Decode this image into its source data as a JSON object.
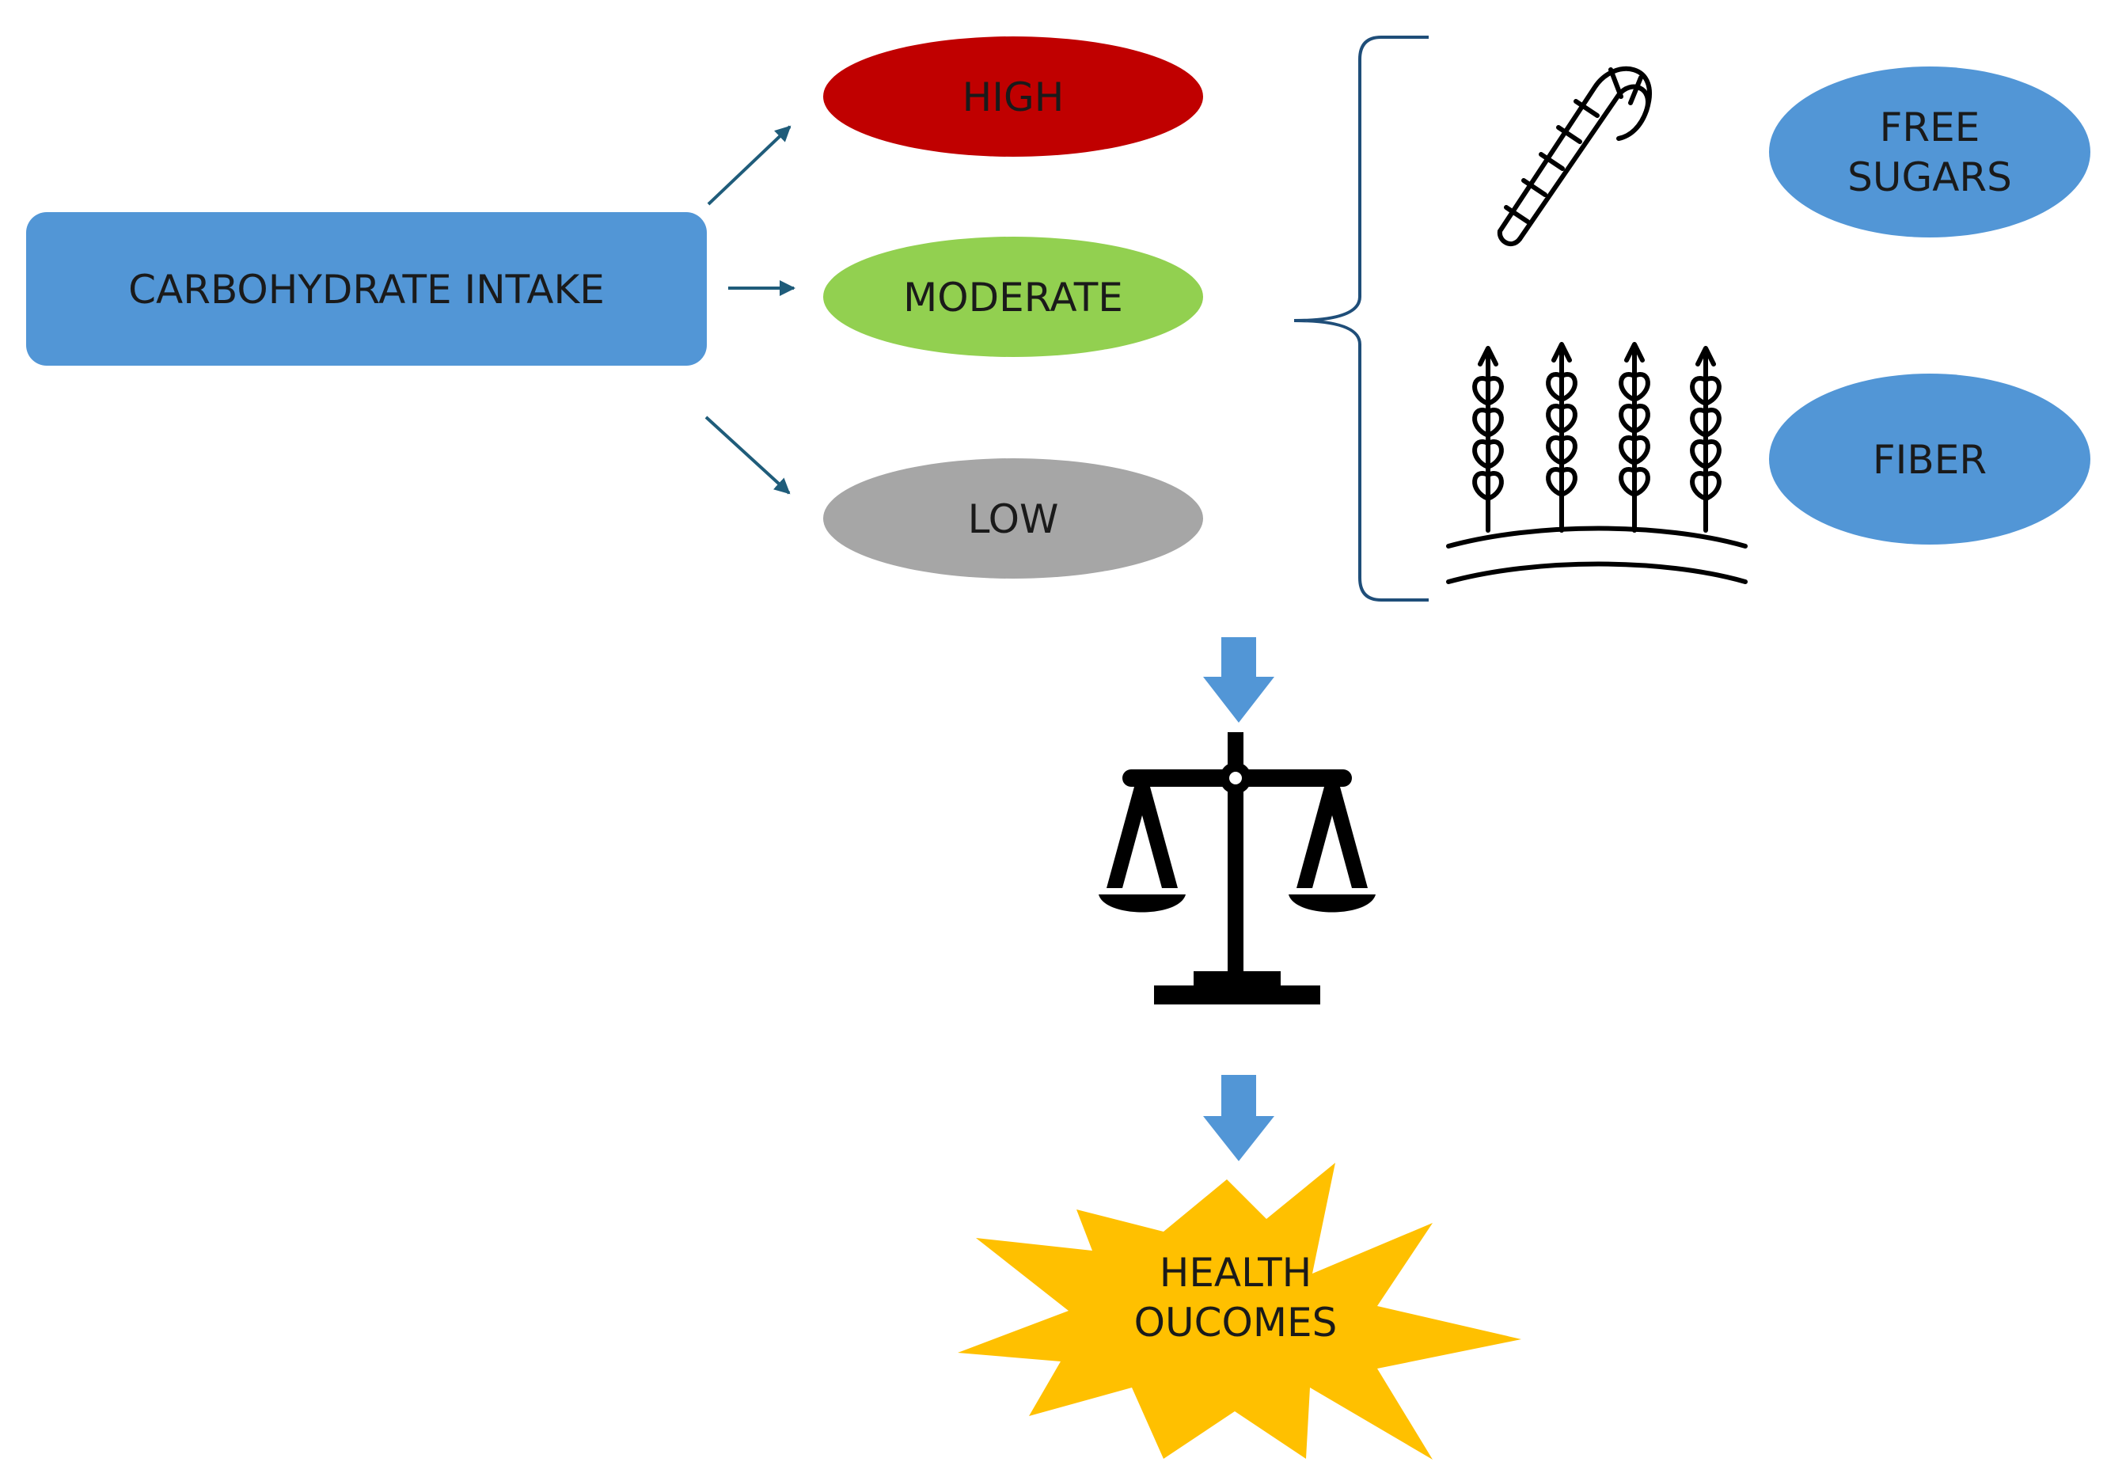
{
  "intake_box": {
    "label": "CARBOHYDRATE INTAKE"
  },
  "levels": [
    {
      "key": "high",
      "label": "HIGH",
      "color": "#C00000"
    },
    {
      "key": "moderate",
      "label": "MODERATE",
      "color": "#92D050"
    },
    {
      "key": "low",
      "label": "LOW",
      "color": "#A6A6A6"
    }
  ],
  "types": {
    "free_sugars": {
      "line1": "FREE",
      "line2": "SUGARS",
      "icon": "candy-cane-icon"
    },
    "fiber": {
      "label": "FIBER",
      "icon": "wheat-icon"
    }
  },
  "balance": {
    "icon": "balance-scale-icon"
  },
  "outcome": {
    "line1": "HEALTH",
    "line2": "OUCOMES",
    "color": "#FFC000"
  },
  "colors": {
    "blue": "#5296D6",
    "arrow": "#1F5C7A",
    "bracket": "#1F4E79",
    "icon": "#000000"
  }
}
